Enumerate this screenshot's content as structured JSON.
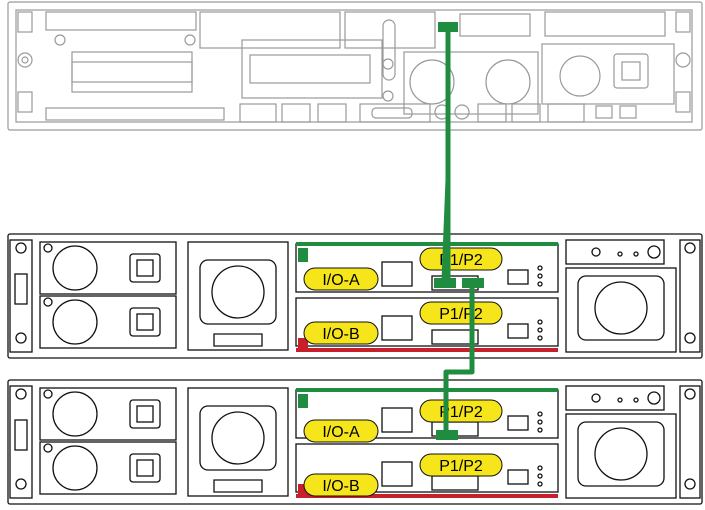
{
  "colors": {
    "cable": "#1f8c3f",
    "label_fill": "#f5e51a",
    "server_line": "#9a9a9a",
    "enclosure_line": "#111111",
    "port_green": "#1f8c3f",
    "port_red": "#c8202a"
  },
  "icons": [
    "power-supply-icon",
    "fan-icon",
    "sas-port-icon",
    "ethernet-port-icon",
    "power-inlet-icon"
  ],
  "enclosures": [
    {
      "top_module": {
        "io_label": "I/O-A",
        "port_label": "P1/P2"
      },
      "bottom_module": {
        "io_label": "I/O-B",
        "port_label": "P1/P2"
      }
    },
    {
      "top_module": {
        "io_label": "I/O-A",
        "port_label": "P1/P2"
      },
      "bottom_module": {
        "io_label": "I/O-B",
        "port_label": "P1/P2"
      }
    }
  ]
}
